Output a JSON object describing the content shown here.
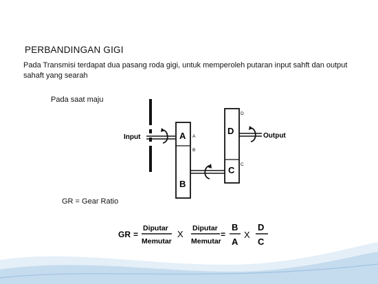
{
  "slide": {
    "title": "PERBANDINGAN GIGI",
    "body": "Pada Transmisi terdapat dua pasang roda gigi, untuk memperoleh putaran input sahft dan output sahaft yang searah",
    "subtitle": "Pada saat maju",
    "gr_label": "GR = Gear Ratio"
  },
  "diagram": {
    "input_label": "Input",
    "output_label": "Output",
    "gear_a": "A",
    "gear_b": "B",
    "gear_c": "C",
    "gear_d": "D",
    "small_a": "A",
    "small_b": "B",
    "small_c": "C",
    "small_d": "D"
  },
  "formula": {
    "gr": "GR",
    "equals": "=",
    "numerator1": "Diputar",
    "denominator1": "Memutar",
    "times1": "X",
    "numerator2": "Diputar",
    "denominator2": "Memutar",
    "equals2": "=",
    "frac_b": "B",
    "frac_a": "A",
    "times2": "X",
    "frac_d": "D",
    "frac_c": "C"
  },
  "colors": {
    "wave_blue": "#9fc3e4",
    "wave_light": "#d4e6f5",
    "line": "#111111"
  }
}
